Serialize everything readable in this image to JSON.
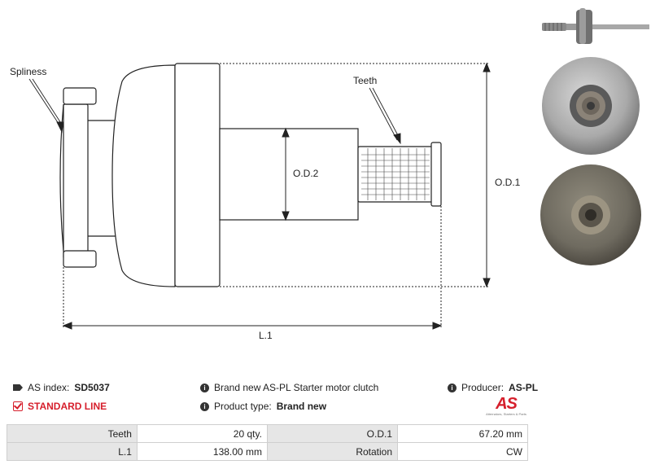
{
  "diagram": {
    "labels": {
      "spliness": "Spliness",
      "teeth": "Teeth",
      "od2": "O.D.2",
      "od1": "O.D.1",
      "l1": "L.1"
    }
  },
  "info": {
    "as_index_label": "AS index:",
    "as_index_value": "SD5037",
    "line": "STANDARD LINE",
    "description": "Brand new AS-PL Starter motor clutch",
    "product_type_label": "Product type:",
    "product_type_value": "Brand new",
    "producer_label": "Producer:",
    "producer_value": "AS-PL"
  },
  "logo": {
    "text": "AS",
    "tagline": "Alternators, Starters & Parts"
  },
  "specs": {
    "rows": [
      {
        "label1": "Teeth",
        "value1": "20 qty.",
        "label2": "O.D.1",
        "value2": "67.20 mm"
      },
      {
        "label1": "L.1",
        "value1": "138.00 mm",
        "label2": "Rotation",
        "value2": "CW"
      }
    ]
  },
  "colors": {
    "accent": "#d61f2c",
    "table_label_bg": "#e6e6e6",
    "line": "#222222"
  }
}
